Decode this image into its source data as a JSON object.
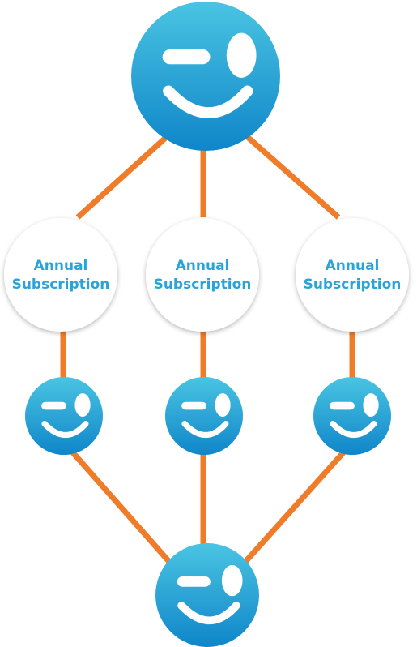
{
  "colors": {
    "connector": "#f07c2a",
    "face_gradient_top": "#4ac4e2",
    "face_gradient_bottom": "#0f86c9",
    "subscription_text": "#2aa3d9",
    "subscription_fill": "#ffffff"
  },
  "nodes": {
    "top_user": {
      "icon": "winking-smiley-icon"
    },
    "subscriptions": [
      {
        "line1": "Annual",
        "line2": "Subscription"
      },
      {
        "line1": "Annual",
        "line2": "Subscription"
      },
      {
        "line1": "Annual",
        "line2": "Subscription"
      }
    ],
    "middle_users": [
      {
        "icon": "winking-smiley-icon"
      },
      {
        "icon": "winking-smiley-icon"
      },
      {
        "icon": "winking-smiley-icon"
      }
    ],
    "bottom_user": {
      "icon": "winking-smiley-icon"
    }
  }
}
